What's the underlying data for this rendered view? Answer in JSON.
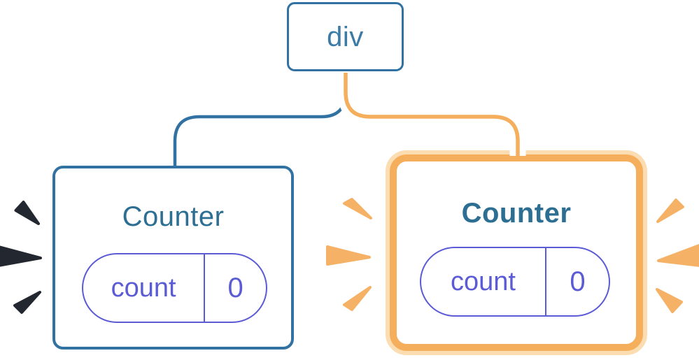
{
  "colors": {
    "blue": "#3172A2",
    "node-text": "#3B7BA6",
    "title-text": "#2D6E93",
    "purple": "#5B5BD6",
    "orange": "#F5AE5C",
    "peach": "#FBDDB1",
    "sparkle": "#F5B266",
    "poof": "#23272F",
    "card-bg": "#FFFFFF"
  },
  "tree": {
    "root": {
      "label": "div"
    },
    "children": [
      {
        "label": "Counter",
        "emphasis": "normal",
        "state": {
          "key": "count",
          "value": "0"
        }
      },
      {
        "label": "Counter",
        "emphasis": "highlighted",
        "state": {
          "key": "count",
          "value": "0"
        }
      }
    ]
  }
}
